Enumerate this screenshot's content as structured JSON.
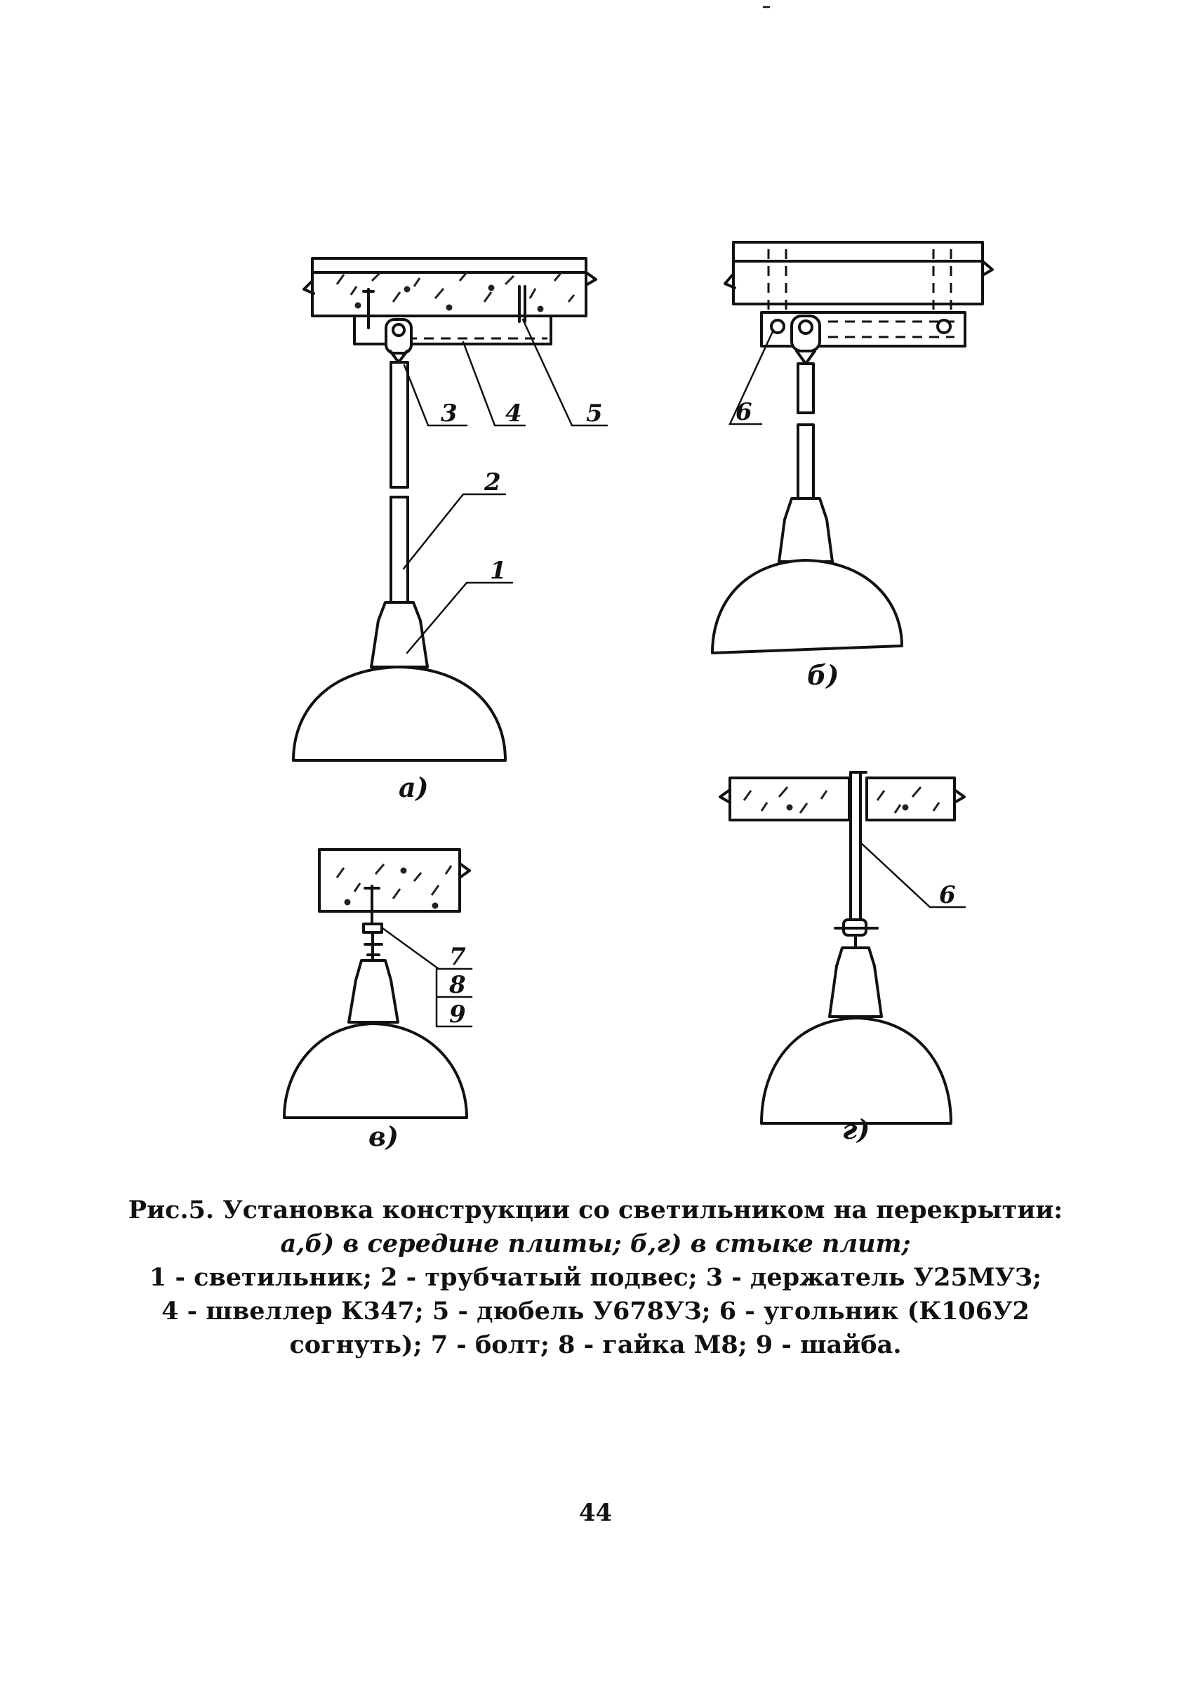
{
  "figure": {
    "subfigures": {
      "a": "а)",
      "b": "б)",
      "v": "в)",
      "g": "г)"
    },
    "callouts": {
      "c1": "1",
      "c2": "2",
      "c3": "3",
      "c4": "4",
      "c5": "5",
      "c6b": "6",
      "c6g": "6",
      "c7": "7",
      "c8": "8",
      "c9": "9"
    }
  },
  "caption": {
    "line1": "Рис.5. Установка конструкции со светильником на перекрытии:",
    "line2": "а,б) в середине плиты; б,г) в стыке плит;",
    "line3": "1 - светильник; 2 - трубчатый подвес; 3 - держатель У25МУЗ;",
    "line4": "4 - швеллер К347; 5 - дюбель У678УЗ; 6 - угольник (К106У2",
    "line5": "согнуть); 7 - болт; 8 - гайка М8; 9 - шайба."
  },
  "page_number": "44"
}
